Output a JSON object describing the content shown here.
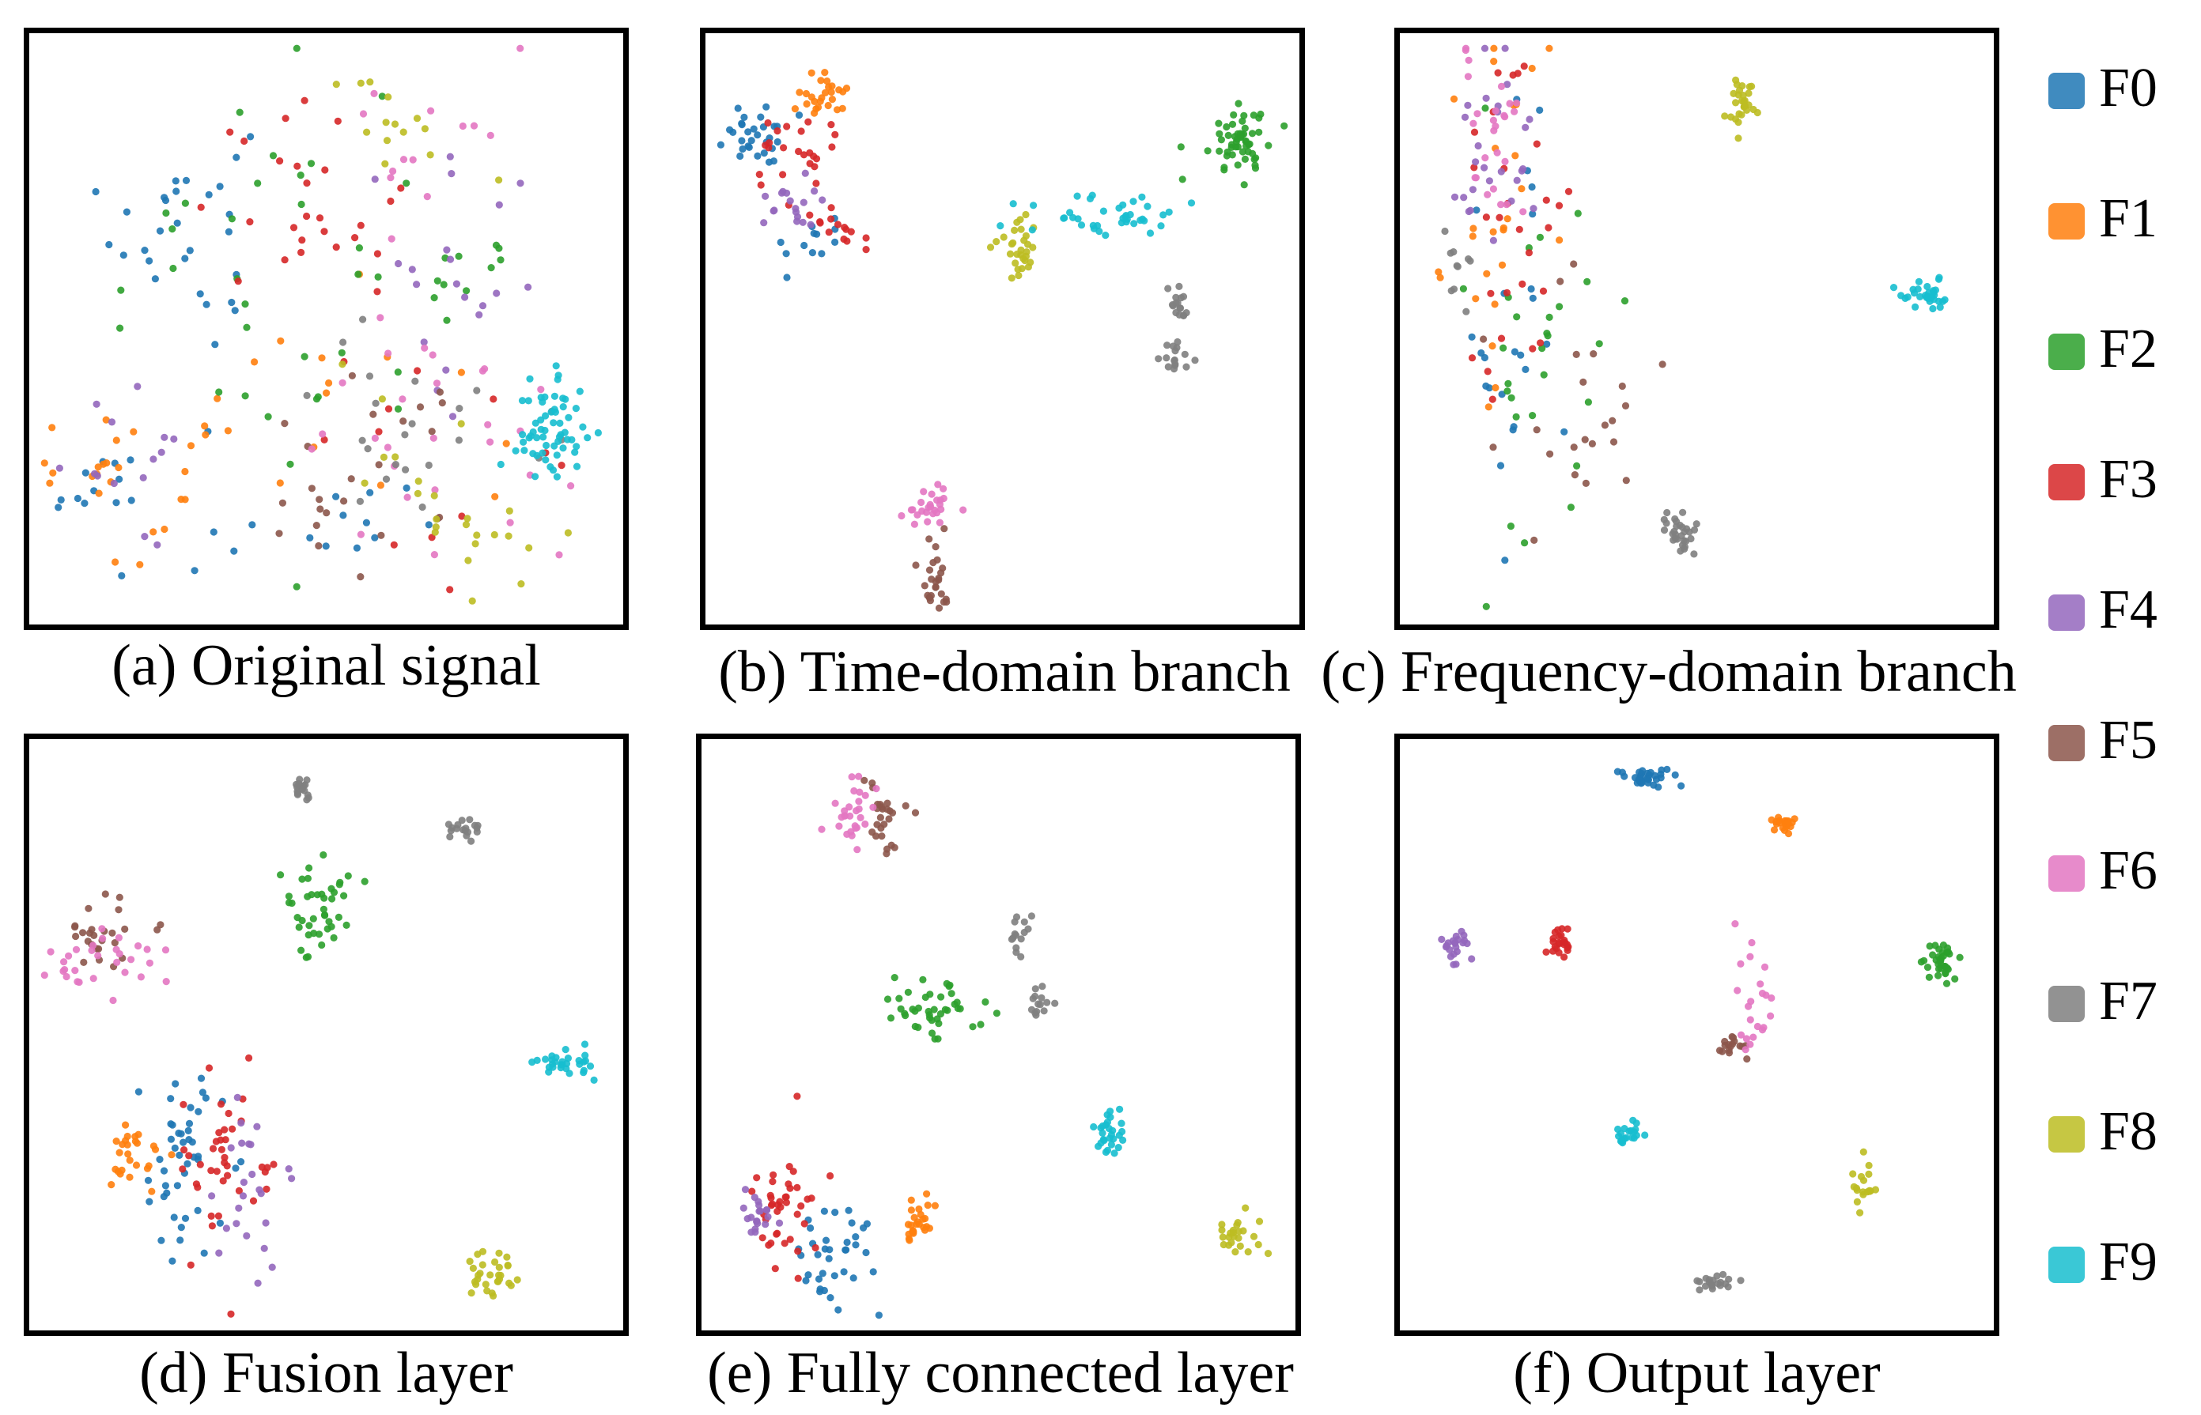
{
  "chart_data": [
    {
      "type": "scatter",
      "caption": "(a) Original signal",
      "xlim": [
        0,
        100
      ],
      "ylim": [
        0,
        100
      ],
      "grid": false,
      "clusters": [
        {
          "cls": 0,
          "x": 25,
          "y": 68,
          "sx": 6,
          "sy": 10,
          "n": 28
        },
        {
          "cls": 0,
          "x": 14,
          "y": 24,
          "sx": 9,
          "sy": 6,
          "n": 16
        },
        {
          "cls": 0,
          "x": 55,
          "y": 15,
          "sx": 12,
          "sy": 5,
          "n": 12
        },
        {
          "cls": 1,
          "x": 12,
          "y": 24,
          "sx": 8,
          "sy": 7,
          "n": 22
        },
        {
          "cls": 1,
          "x": 45,
          "y": 40,
          "sx": 14,
          "sy": 12,
          "n": 18
        },
        {
          "cls": 2,
          "x": 38,
          "y": 60,
          "sx": 15,
          "sy": 18,
          "n": 30
        },
        {
          "cls": 2,
          "x": 72,
          "y": 55,
          "sx": 8,
          "sy": 10,
          "n": 14
        },
        {
          "cls": 3,
          "x": 45,
          "y": 72,
          "sx": 10,
          "sy": 8,
          "n": 26
        },
        {
          "cls": 3,
          "x": 70,
          "y": 30,
          "sx": 10,
          "sy": 10,
          "n": 12
        },
        {
          "cls": 4,
          "x": 18,
          "y": 26,
          "sx": 7,
          "sy": 6,
          "n": 14
        },
        {
          "cls": 4,
          "x": 75,
          "y": 55,
          "sx": 9,
          "sy": 14,
          "n": 20
        },
        {
          "cls": 5,
          "x": 55,
          "y": 25,
          "sx": 12,
          "sy": 8,
          "n": 24
        },
        {
          "cls": 6,
          "x": 68,
          "y": 30,
          "sx": 12,
          "sy": 12,
          "n": 28
        },
        {
          "cls": 6,
          "x": 70,
          "y": 82,
          "sx": 8,
          "sy": 8,
          "n": 12
        },
        {
          "cls": 7,
          "x": 68,
          "y": 35,
          "sx": 10,
          "sy": 10,
          "n": 22
        },
        {
          "cls": 8,
          "x": 72,
          "y": 22,
          "sx": 10,
          "sy": 8,
          "n": 24
        },
        {
          "cls": 8,
          "x": 62,
          "y": 85,
          "sx": 6,
          "sy": 5,
          "n": 14
        },
        {
          "cls": 9,
          "x": 89,
          "y": 32,
          "sx": 3,
          "sy": 4.5,
          "n": 60
        }
      ]
    },
    {
      "type": "scatter",
      "caption": "(b) Time-domain branch",
      "xlim": [
        0,
        100
      ],
      "ylim": [
        0,
        100
      ],
      "grid": false,
      "clusters": [
        {
          "cls": 0,
          "x": 7,
          "y": 84,
          "sx": 3,
          "sy": 3,
          "n": 30
        },
        {
          "cls": 0,
          "x": 17,
          "y": 65,
          "sx": 2.5,
          "sy": 2,
          "n": 12
        },
        {
          "cls": 1,
          "x": 19,
          "y": 91,
          "sx": 2,
          "sy": 2.5,
          "n": 26
        },
        {
          "cls": 2,
          "x": 91,
          "y": 83,
          "sx": 3,
          "sy": 3,
          "n": 55
        },
        {
          "cls": 3,
          "x": 14,
          "y": 80,
          "sx": 4,
          "sy": 4,
          "n": 24
        },
        {
          "cls": 3,
          "x": 22,
          "y": 68,
          "sx": 2.5,
          "sy": 2.5,
          "n": 14
        },
        {
          "cls": 4,
          "x": 13,
          "y": 71,
          "sx": 2.5,
          "sy": 2.5,
          "n": 18
        },
        {
          "cls": 5,
          "x": 38,
          "y": 7,
          "sx": 1.5,
          "sy": 3,
          "n": 26
        },
        {
          "cls": 6,
          "x": 38,
          "y": 19,
          "sx": 2.5,
          "sy": 2,
          "n": 26
        },
        {
          "cls": 7,
          "x": 80,
          "y": 54,
          "sx": 1.3,
          "sy": 2,
          "n": 16
        },
        {
          "cls": 7,
          "x": 80,
          "y": 45,
          "sx": 1.3,
          "sy": 2,
          "n": 16
        },
        {
          "cls": 8,
          "x": 53,
          "y": 64,
          "sx": 2.5,
          "sy": 3,
          "n": 30
        },
        {
          "cls": 9,
          "x": 68,
          "y": 70,
          "sx": 6,
          "sy": 2,
          "n": 40
        }
      ]
    },
    {
      "type": "scatter",
      "caption": "(c) Frequency-domain branch",
      "xlim": [
        0,
        100
      ],
      "ylim": [
        0,
        100
      ],
      "grid": false,
      "clusters": [
        {
          "cls": 0,
          "x": 20,
          "y": 55,
          "sx": 6,
          "sy": 25,
          "n": 24
        },
        {
          "cls": 1,
          "x": 15,
          "y": 70,
          "sx": 5,
          "sy": 18,
          "n": 26
        },
        {
          "cls": 2,
          "x": 22,
          "y": 50,
          "sx": 7,
          "sy": 22,
          "n": 28
        },
        {
          "cls": 3,
          "x": 18,
          "y": 60,
          "sx": 6,
          "sy": 20,
          "n": 28
        },
        {
          "cls": 4,
          "x": 15,
          "y": 80,
          "sx": 3,
          "sy": 12,
          "n": 26
        },
        {
          "cls": 5,
          "x": 30,
          "y": 35,
          "sx": 8,
          "sy": 10,
          "n": 22
        },
        {
          "cls": 6,
          "x": 14,
          "y": 85,
          "sx": 3,
          "sy": 8,
          "n": 26
        },
        {
          "cls": 7,
          "x": 47,
          "y": 14,
          "sx": 1.5,
          "sy": 2,
          "n": 30
        },
        {
          "cls": 7,
          "x": 8,
          "y": 60,
          "sx": 2,
          "sy": 4,
          "n": 10
        },
        {
          "cls": 8,
          "x": 58,
          "y": 89,
          "sx": 1.2,
          "sy": 2.5,
          "n": 28
        },
        {
          "cls": 9,
          "x": 90,
          "y": 56,
          "sx": 2.5,
          "sy": 1.5,
          "n": 30
        }
      ]
    },
    {
      "type": "scatter",
      "caption": "(d) Fusion layer",
      "xlim": [
        0,
        100
      ],
      "ylim": [
        0,
        100
      ],
      "grid": false,
      "clusters": [
        {
          "cls": 0,
          "x": 24,
          "y": 27,
          "sx": 4,
          "sy": 9,
          "n": 45
        },
        {
          "cls": 1,
          "x": 16,
          "y": 27,
          "sx": 3,
          "sy": 3.5,
          "n": 26
        },
        {
          "cls": 2,
          "x": 49,
          "y": 73,
          "sx": 3,
          "sy": 5,
          "n": 42
        },
        {
          "cls": 3,
          "x": 33,
          "y": 28,
          "sx": 4,
          "sy": 8,
          "n": 40
        },
        {
          "cls": 4,
          "x": 36,
          "y": 22,
          "sx": 3,
          "sy": 7,
          "n": 24
        },
        {
          "cls": 5,
          "x": 12,
          "y": 67,
          "sx": 4,
          "sy": 3,
          "n": 26
        },
        {
          "cls": 6,
          "x": 10,
          "y": 63,
          "sx": 5,
          "sy": 3,
          "n": 30
        },
        {
          "cls": 7,
          "x": 46,
          "y": 93,
          "sx": 1,
          "sy": 1.5,
          "n": 16
        },
        {
          "cls": 7,
          "x": 74,
          "y": 86,
          "sx": 2,
          "sy": 1,
          "n": 18
        },
        {
          "cls": 8,
          "x": 79,
          "y": 8,
          "sx": 2,
          "sy": 2,
          "n": 30
        },
        {
          "cls": 9,
          "x": 91,
          "y": 45,
          "sx": 3,
          "sy": 1.5,
          "n": 30
        }
      ]
    },
    {
      "type": "scatter",
      "caption": "(e) Fully connected layer",
      "xlim": [
        0,
        100
      ],
      "ylim": [
        0,
        100
      ],
      "grid": false,
      "clusters": [
        {
          "cls": 0,
          "x": 22,
          "y": 13,
          "sx": 3,
          "sy": 6,
          "n": 36
        },
        {
          "cls": 1,
          "x": 36,
          "y": 17,
          "sx": 1.5,
          "sy": 2,
          "n": 26
        },
        {
          "cls": 2,
          "x": 38,
          "y": 55,
          "sx": 4,
          "sy": 3,
          "n": 42
        },
        {
          "cls": 3,
          "x": 13,
          "y": 20,
          "sx": 4,
          "sy": 6,
          "n": 40
        },
        {
          "cls": 4,
          "x": 8,
          "y": 18,
          "sx": 1.5,
          "sy": 2,
          "n": 20
        },
        {
          "cls": 5,
          "x": 30,
          "y": 88,
          "sx": 2,
          "sy": 4,
          "n": 26
        },
        {
          "cls": 6,
          "x": 25,
          "y": 89,
          "sx": 2,
          "sy": 3.5,
          "n": 28
        },
        {
          "cls": 7,
          "x": 53,
          "y": 67,
          "sx": 1,
          "sy": 2,
          "n": 14
        },
        {
          "cls": 7,
          "x": 57,
          "y": 56,
          "sx": 1.2,
          "sy": 2,
          "n": 14
        },
        {
          "cls": 8,
          "x": 91,
          "y": 15,
          "sx": 2,
          "sy": 1.5,
          "n": 24
        },
        {
          "cls": 9,
          "x": 69,
          "y": 33,
          "sx": 1.5,
          "sy": 2.5,
          "n": 28
        }
      ]
    },
    {
      "type": "scatter",
      "caption": "(f) Output layer",
      "xlim": [
        0,
        100
      ],
      "ylim": [
        0,
        100
      ],
      "grid": false,
      "clusters": [
        {
          "cls": 0,
          "x": 41,
          "y": 95,
          "sx": 2.5,
          "sy": 0.8,
          "n": 34
        },
        {
          "cls": 1,
          "x": 65,
          "y": 87,
          "sx": 1.2,
          "sy": 0.8,
          "n": 20
        },
        {
          "cls": 2,
          "x": 92,
          "y": 63,
          "sx": 1.5,
          "sy": 2,
          "n": 34
        },
        {
          "cls": 3,
          "x": 26,
          "y": 66,
          "sx": 1,
          "sy": 1.5,
          "sy2": 0,
          "n": 24
        },
        {
          "cls": 4,
          "x": 8,
          "y": 65,
          "sx": 1.5,
          "sy": 1.5,
          "n": 22
        },
        {
          "cls": 5,
          "x": 56,
          "y": 48,
          "sx": 1.2,
          "sy": 1,
          "n": 16
        },
        {
          "cls": 6,
          "x": 60,
          "y": 55,
          "sx": 1.5,
          "sy": 4,
          "n": 22
        },
        {
          "cls": 7,
          "x": 53,
          "y": 7,
          "sx": 2,
          "sy": 0.8,
          "n": 20
        },
        {
          "cls": 8,
          "x": 79,
          "y": 24,
          "sx": 1,
          "sy": 2,
          "n": 18
        },
        {
          "cls": 9,
          "x": 38,
          "y": 33,
          "sx": 1.5,
          "sy": 1.3,
          "n": 20
        }
      ]
    }
  ],
  "legend": [
    {
      "label": "F0",
      "color": "#1f77b4"
    },
    {
      "label": "F1",
      "color": "#ff7f0e"
    },
    {
      "label": "F2",
      "color": "#2ca02c"
    },
    {
      "label": "F3",
      "color": "#d62728"
    },
    {
      "label": "F4",
      "color": "#9467bd"
    },
    {
      "label": "F5",
      "color": "#8c564b"
    },
    {
      "label": "F6",
      "color": "#e377c2"
    },
    {
      "label": "F7",
      "color": "#7f7f7f"
    },
    {
      "label": "F8",
      "color": "#bcbd22"
    },
    {
      "label": "F9",
      "color": "#17becf"
    }
  ]
}
